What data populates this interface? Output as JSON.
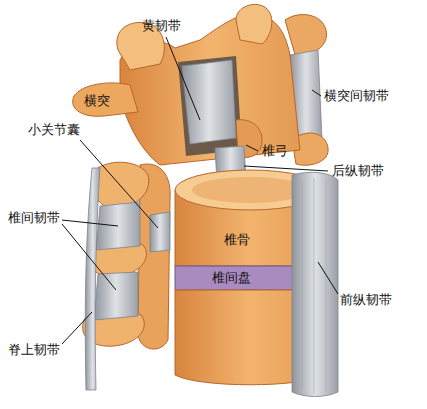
{
  "diagram": {
    "labels": [
      "黄韧带",
      "横突",
      "横突间韧带",
      "小关节囊",
      "椎弓",
      "后纵韧带",
      "椎间韧带",
      "椎骨",
      "椎间盘",
      "前纵韧带",
      "脊上韧带"
    ]
  }
}
